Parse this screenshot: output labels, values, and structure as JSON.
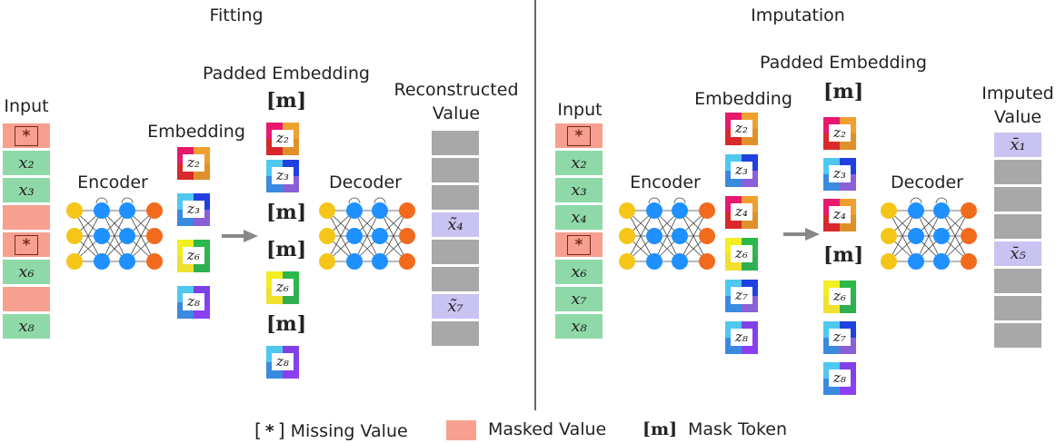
{
  "panels": {
    "left": {
      "title": "Fitting",
      "input_label": "Input",
      "input_cells": [
        {
          "type": "missing",
          "text": "*"
        },
        {
          "type": "value",
          "text": "x₂"
        },
        {
          "type": "value",
          "text": "x₃"
        },
        {
          "type": "masked",
          "text": ""
        },
        {
          "type": "missing",
          "text": "*"
        },
        {
          "type": "value",
          "text": "x₆"
        },
        {
          "type": "masked",
          "text": ""
        },
        {
          "type": "value",
          "text": "x₈"
        }
      ],
      "encoder_label": "Encoder",
      "embedding_label": "Embedding",
      "embedding_tokens": [
        "z₂",
        "z₃",
        "z₆",
        "z₈"
      ],
      "padded_label": "Padded Embedding",
      "padded_tokens": [
        "[m]",
        "z₂",
        "z₃",
        "[m]",
        "[m]",
        "z₆",
        "[m]",
        "z₈"
      ],
      "decoder_label": "Decoder",
      "output_label_line1": "Reconstructed",
      "output_label_line2": "Value",
      "output_cells": [
        {
          "type": "empty",
          "text": ""
        },
        {
          "type": "empty",
          "text": ""
        },
        {
          "type": "empty",
          "text": ""
        },
        {
          "type": "value",
          "text": "x̃₄"
        },
        {
          "type": "empty",
          "text": ""
        },
        {
          "type": "empty",
          "text": ""
        },
        {
          "type": "value",
          "text": "x̃₇"
        },
        {
          "type": "empty",
          "text": ""
        }
      ]
    },
    "right": {
      "title": "Imputation",
      "input_label": "Input",
      "input_cells": [
        {
          "type": "missing",
          "text": "*"
        },
        {
          "type": "value",
          "text": "x₂"
        },
        {
          "type": "value",
          "text": "x₃"
        },
        {
          "type": "value",
          "text": "x₄"
        },
        {
          "type": "missing",
          "text": "*"
        },
        {
          "type": "value",
          "text": "x₆"
        },
        {
          "type": "value",
          "text": "x₇"
        },
        {
          "type": "value",
          "text": "x₈"
        }
      ],
      "encoder_label": "Encoder",
      "embedding_label": "Embedding",
      "embedding_tokens": [
        "z₂",
        "z₃",
        "z₄",
        "z₆",
        "z₇",
        "z₈"
      ],
      "padded_label": "Padded Embedding",
      "padded_tokens": [
        "[m]",
        "z₂",
        "z₃",
        "z₄",
        "[m]",
        "z₆",
        "z₇",
        "z₈"
      ],
      "decoder_label": "Decoder",
      "output_label_line1": "Imputed",
      "output_label_line2": "Value",
      "output_cells": [
        {
          "type": "value",
          "text": "x̄₁"
        },
        {
          "type": "empty",
          "text": ""
        },
        {
          "type": "empty",
          "text": ""
        },
        {
          "type": "empty",
          "text": ""
        },
        {
          "type": "value",
          "text": "x̄₅"
        },
        {
          "type": "empty",
          "text": ""
        },
        {
          "type": "empty",
          "text": ""
        },
        {
          "type": "empty",
          "text": ""
        }
      ]
    }
  },
  "legend": {
    "missing_symbol": "*",
    "missing_label": "Missing Value",
    "masked_label": "Masked Value",
    "mask_symbol": "[m]",
    "mask_label": "Mask Token"
  },
  "colors": {
    "value_cell": "#8fd9a8",
    "masked_cell": "#f7a08f",
    "empty_output_cell": "#a8a8a8",
    "output_value_cell": "#c9c3f1",
    "node_input": "#f5c518",
    "node_hidden": "#1e90ff",
    "node_output": "#f26b1d"
  },
  "token_palettes": {
    "z₂": [
      "#e8186e",
      "#f0a030",
      "#d8282a",
      "#e0902a"
    ],
    "z₃": [
      "#4fc8f0",
      "#2040e0",
      "#3a8ae0",
      "#8a60d8"
    ],
    "z₄": [
      "#e8186e",
      "#f0a030",
      "#d8282a",
      "#e0902a"
    ],
    "z₆": [
      "#f2ee20",
      "#2cb84a",
      "#f0e030",
      "#30b050"
    ],
    "z₇": [
      "#4fc8f0",
      "#2040e0",
      "#3a8ae0",
      "#8a60d8"
    ],
    "z₈": [
      "#4fc8f0",
      "#8040e8",
      "#3a8ae0",
      "#8a40f0"
    ]
  }
}
